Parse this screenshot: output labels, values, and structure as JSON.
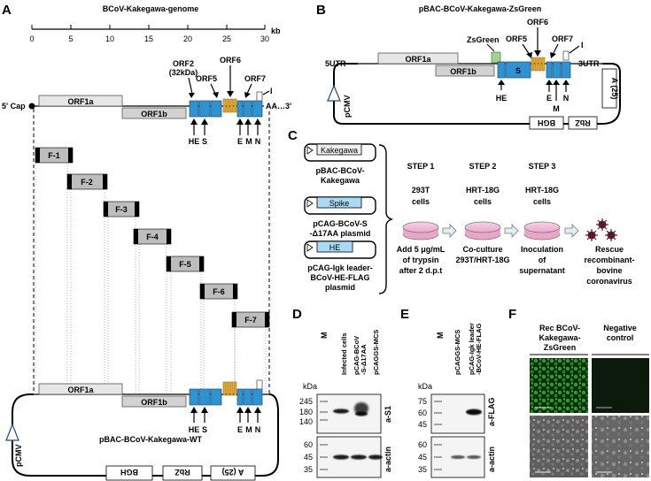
{
  "colors": {
    "orf_gray": "#e6e6e6",
    "orf_dark": "#d2d2d2",
    "blue": "#2f93d1",
    "gold": "#e9a825",
    "zsgreen": "#a8d08d",
    "light_blue": "#a9dcf4",
    "fragment_gray": "#bdbdbd",
    "dish": "#f2bfd8",
    "virus": "#5a1a2a",
    "fluor_green": "#1aa41a"
  },
  "panel_a": {
    "letter": "A",
    "title": "BCoV-Kakegawa-genome",
    "ruler": {
      "ticks": [
        "0",
        "5",
        "10",
        "15",
        "20",
        "25",
        "30"
      ],
      "unit": "kb"
    },
    "five_cap": "5' Cap",
    "three_end": "AA…3'",
    "orf1a": "ORF1a",
    "orf1b": "ORF1b",
    "orf2": "ORF2",
    "orf2_size": "(32kDa)",
    "orf5": "ORF5",
    "orf6": "ORF6",
    "orf7": "ORF7",
    "i_label": "I",
    "genes": [
      "HE",
      "S",
      "E",
      "M",
      "N"
    ],
    "fragments": [
      "F-1",
      "F-2",
      "F-3",
      "F-4",
      "F-5",
      "F-6",
      "F-7"
    ],
    "plasmid_name": "pBAC-BCoV-Kakegawa-WT",
    "pcmv": "pCMV",
    "bgh": "BGH",
    "rbz": "RbZ",
    "polya": "A (25)"
  },
  "panel_b": {
    "letter": "B",
    "title": "pBAC-BCoV-Kakegawa-ZsGreen",
    "utr5": "5UTR",
    "utr3": "3UTR",
    "orf1a": "ORF1a",
    "orf1b": "ORF1b",
    "zsgreen": "ZsGreen",
    "orf5": "ORF5",
    "orf6": "ORF6",
    "orf7": "ORF7",
    "i_label": "I",
    "s": "S",
    "he": "HE",
    "e": "E",
    "m": "M",
    "n": "N",
    "polya": "A (25)",
    "pcmv": "pCMV",
    "bgh": "BGH",
    "rbz": "RbZ"
  },
  "panel_c": {
    "letter": "C",
    "plasmids": [
      {
        "box": "Kakegawa",
        "name": "pBAC-BCoV-Kakegawa"
      },
      {
        "box": "Spike",
        "name": "pCAG-BCoV-S-Δ17AA plasmid"
      },
      {
        "box": "HE",
        "name": "pCAG-Igk leader-BCoV-HE-FLAG plasmid"
      }
    ],
    "plasmid_name_lines": [
      [
        "pBAC-BCoV-",
        "Kakegawa"
      ],
      [
        "pCAG-BCoV-S",
        "-Δ17AA plasmid"
      ],
      [
        "pCAG-Igk leader-",
        "BCoV-HE-FLAG",
        "plasmid"
      ]
    ],
    "steps": [
      {
        "title": "STEP 1",
        "cells": [
          "293T",
          "cells"
        ],
        "desc": [
          "Add 5 μg/mL",
          "of trypsin",
          "after 2 d.p.t"
        ]
      },
      {
        "title": "STEP 2",
        "cells": [
          "HRT-18G",
          "cells"
        ],
        "desc": [
          "Co-culture",
          "293T/HRT-18G"
        ]
      },
      {
        "title": "STEP 3",
        "cells": [
          "HRT-18G",
          "cells"
        ],
        "desc": [
          "Inoculation",
          "of",
          "supernatant"
        ]
      }
    ],
    "rescue": [
      "Rescue",
      "recombinant-",
      "bovine",
      "coronavirus"
    ]
  },
  "panel_d": {
    "letter": "D",
    "kda": "kDa",
    "lanes": [
      "M",
      "Infected cells",
      "pCAG-BCoV -S-Δ17AA",
      "pCAGGS-MCS"
    ],
    "lane_lines": [
      [
        "M"
      ],
      [
        "Infected cells"
      ],
      [
        "pCAG-BCoV",
        "-S-Δ17AA"
      ],
      [
        "pCAGGS-MCS"
      ]
    ],
    "markers_top": [
      "245",
      "180",
      "140"
    ],
    "markers_bottom": [
      "60",
      "45",
      "35"
    ],
    "antibody_top": "a-S1",
    "antibody_bottom": "a-actin"
  },
  "panel_e": {
    "letter": "E",
    "kda": "kDa",
    "lanes": [
      "M",
      "pCAGGS-MCS",
      "pCAG-Igk leader -BCoV-HE-FLAG"
    ],
    "lane_lines": [
      [
        "M"
      ],
      [
        "pCAGGS-MCS"
      ],
      [
        "pCAG-Igk leader",
        "-BCoV-HE-FLAG"
      ]
    ],
    "markers_top": [
      "75",
      "60",
      "45"
    ],
    "markers_bottom": [
      "60",
      "45",
      "35"
    ],
    "antibody_top": "a-FLAG",
    "antibody_bottom": "a-actin"
  },
  "panel_f": {
    "letter": "F",
    "col1": [
      "Rec BCoV-",
      "Kakegawa-",
      "ZsGreen"
    ],
    "col2": [
      "Negative",
      "control"
    ]
  }
}
